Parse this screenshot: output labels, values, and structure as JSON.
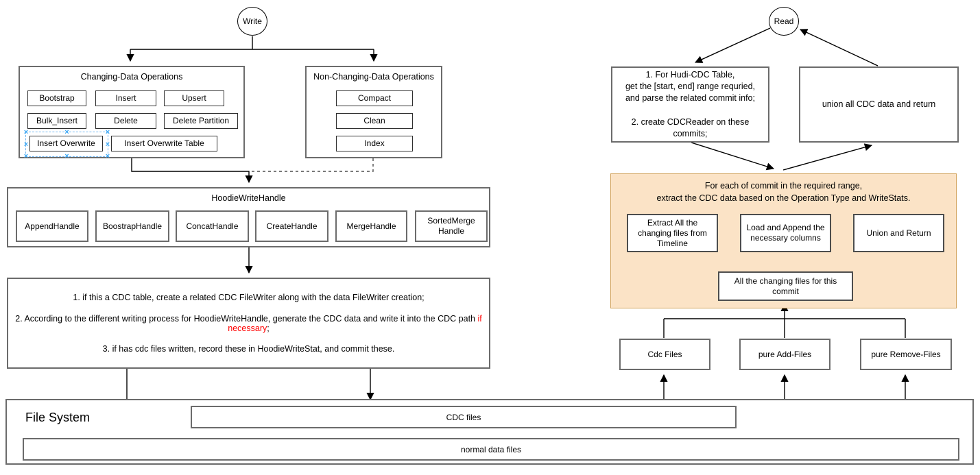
{
  "colors": {
    "orange_fill": "#FBE3C6",
    "orange_border": "#D2A35C",
    "highlight_red": "#FF0000",
    "selection_blue": "#3FA9F5",
    "gray_border": "#6b6b6b"
  },
  "write_flow": {
    "entry_label": "Write",
    "changing_ops": {
      "title": "Changing-Data Operations",
      "items": [
        "Bootstrap",
        "Insert",
        "Upsert",
        "Bulk_Insert",
        "Delete",
        "Delete Partition",
        "Insert Overwrite",
        "Insert Overwrite Table"
      ],
      "selected_item": "Insert Overwrite"
    },
    "non_changing_ops": {
      "title": "Non-Changing-Data Operations",
      "items": [
        "Compact",
        "Clean",
        "Index"
      ]
    },
    "write_handle": {
      "title": "HoodieWriteHandle",
      "handles": [
        "AppendHandle",
        "BoostrapHandle",
        "ConcatHandle",
        "CreateHandle",
        "MergeHandle",
        "SortedMerge\nHandle"
      ]
    },
    "cdc_write_steps": {
      "step1": "1. if this a CDC table, create a related CDC FileWriter along with the data FileWriter creation;",
      "step2_prefix": "2. According to the different writing process for HoodieWriteHandle, generate the CDC data and write it into the CDC path ",
      "step2_highlight": "if necessary",
      "step2_suffix": ";",
      "step3": "3. if has cdc files written, record these in HoodieWriteStat, and commit these."
    }
  },
  "read_flow": {
    "entry_label": "Read",
    "plan_box": "1. For Hudi-CDC Table,\nget the [start, end] range requried,\nand parse the related commit info;\n\n2. create CDCReader on these\ncommits;",
    "union_box": "union all CDC data and return",
    "per_commit": {
      "title": "For each of commit in the required range,\nextract the CDC data based on the Operation Type and WriteStats.",
      "extract_box": "Extract All the\nchanging files from\nTimeline",
      "load_box": "Load and Append the\nnecessary columns",
      "union_return_box": "Union and Return",
      "changing_files_box": "All the changing files for this\ncommit"
    },
    "file_sources": [
      "Cdc Files",
      "pure Add-Files",
      "pure Remove-Files"
    ]
  },
  "file_system": {
    "title": "File System",
    "cdc_files_label": "CDC files",
    "normal_files_label": "normal data files"
  }
}
